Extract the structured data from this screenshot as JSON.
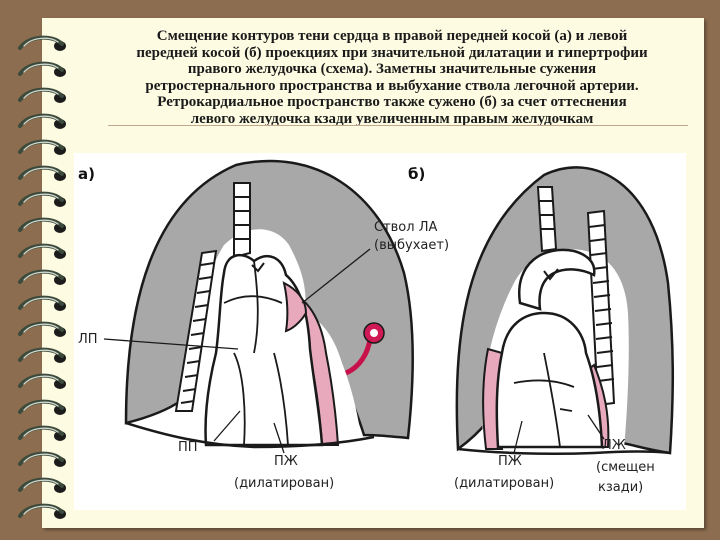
{
  "caption": {
    "line1": "Смещение контуров тени сердца в правой передней косой (а) и левой",
    "line2": "передней косой (б) проекциях при значительной дилатации и гипертрофии",
    "line3": "правого желудочка (схема). Заметны значительные сужения",
    "line4": "ретростернального пространства и выбухание ствола легочной артерии.",
    "line5": "Ретрокардиальное пространство также сужено (б) за счет оттеснения",
    "line6": "левого желудочка кзади увеличенным правым желудочкам"
  },
  "figure": {
    "panel_a": {
      "letter": "а)",
      "labels": {
        "pa_trunk_line1": "Ствол ЛА",
        "pa_trunk_line2": "(выбухает)",
        "la": "ЛП",
        "ra": "ПП",
        "rv_line1": "ПЖ",
        "rv_line2": "(дилатирован)"
      }
    },
    "panel_b": {
      "letter": "б)",
      "labels": {
        "rv_line1": "ПЖ",
        "rv_line2": "(дилатирован)",
        "lv_line1": "ЛЖ",
        "lv_line2": "(смещен",
        "lv_line3": "кзади)"
      }
    }
  },
  "colors": {
    "background_wood": "#8c6d4f",
    "paper": "#fdfbe2",
    "lung_gray": "#a8a8a8",
    "rv_pink": "#e8a9bd",
    "outline": "#1a1a1a"
  }
}
